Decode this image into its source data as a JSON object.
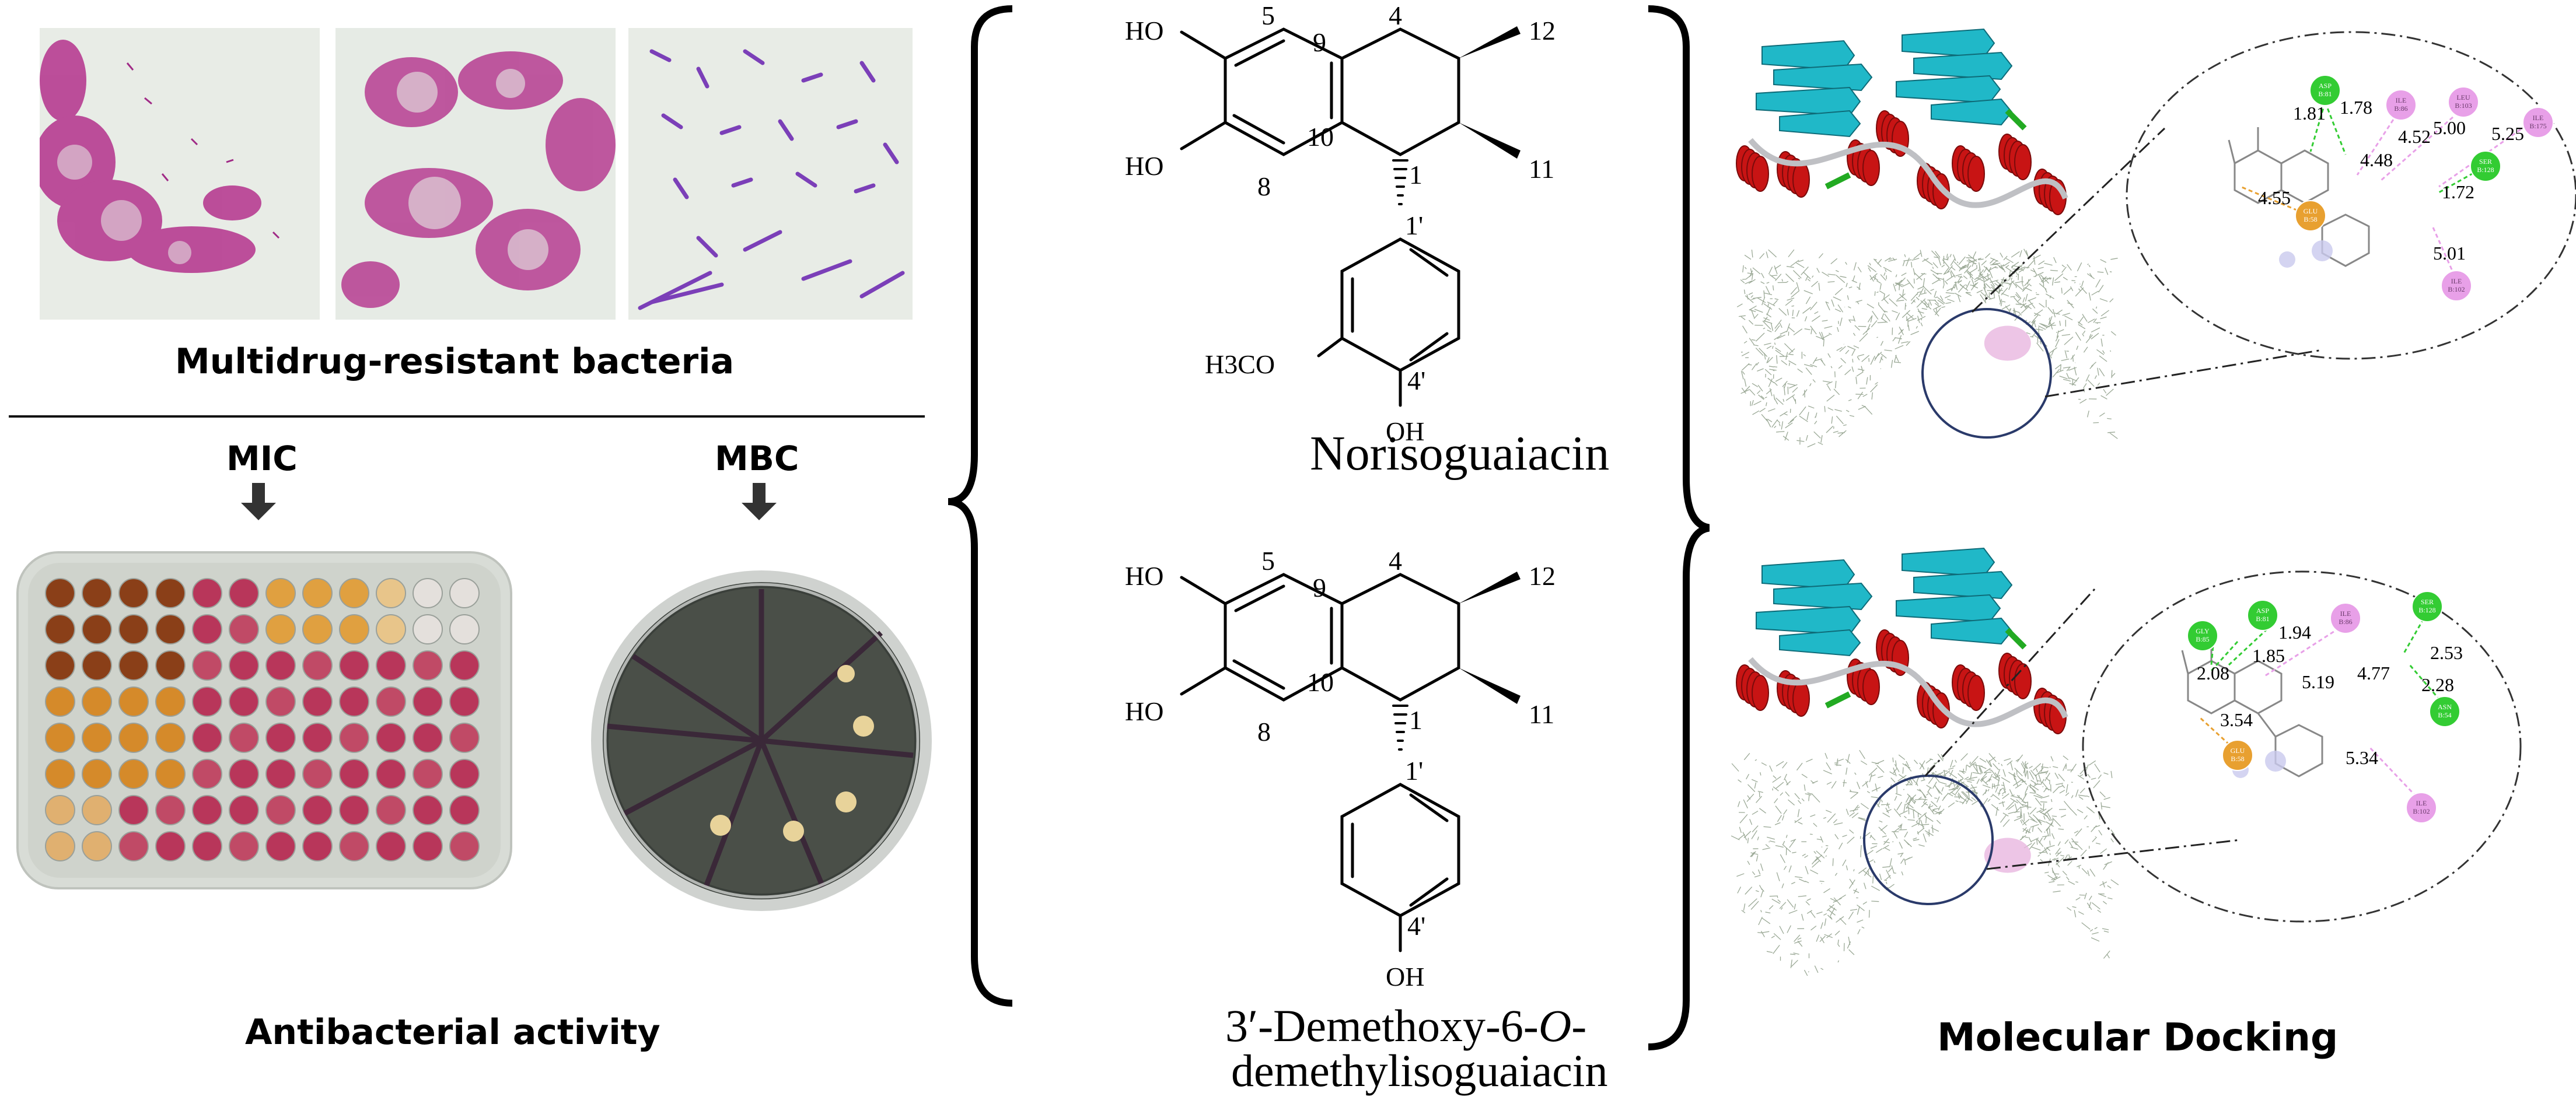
{
  "left": {
    "bacteria_title": "Multidrug-resistant  bacteria",
    "mic_label": "MIC",
    "mbc_label": "MBC",
    "activity_title": "Antibacterial activity"
  },
  "center": {
    "atoms": {
      "ho": "HO",
      "oh": "OH",
      "h3co": "H3CO",
      "n5": "5",
      "n4": "4",
      "n9": "9",
      "n12": "12",
      "n10": "10",
      "n8": "8",
      "n1": "1",
      "n11": "11",
      "n1p": "1'",
      "n4p": "4'"
    },
    "compound1_name": "Norisoguaiacin",
    "compound2_name_line1_a": "3′-Demethoxy-6-",
    "compound2_name_line1_b": "O",
    "compound2_name_line1_c": "-",
    "compound2_name_line2": "demethylisoguaiacin"
  },
  "right": {
    "docking_title": "Molecular Docking",
    "interactions1": {
      "residues": [
        "ASP B:81",
        "ILE B:86",
        "LEU B:103",
        "ILE B:175",
        "SER B:128",
        "GLU B:58",
        "ILE B:102"
      ],
      "distances": [
        "1.81",
        "1.78",
        "4.52",
        "5.00",
        "5.25",
        "4.48",
        "1.72",
        "4.55",
        "5.01"
      ]
    },
    "interactions2": {
      "residues": [
        "GLY B:85",
        "ASP B:81",
        "ILE B:86",
        "SER B:128",
        "ASN B:54",
        "GLU B:58",
        "ILE B:102"
      ],
      "distances": [
        "1.94",
        "1.85",
        "2.08",
        "5.19",
        "4.77",
        "2.53",
        "2.28",
        "3.54",
        "5.34"
      ]
    }
  },
  "colors": {
    "hbond": "#33cc33",
    "hydrophobic": "#e8a0e8",
    "ionic": "#e8a030",
    "helix": "#c81414",
    "sheet": "#20b8c8"
  }
}
